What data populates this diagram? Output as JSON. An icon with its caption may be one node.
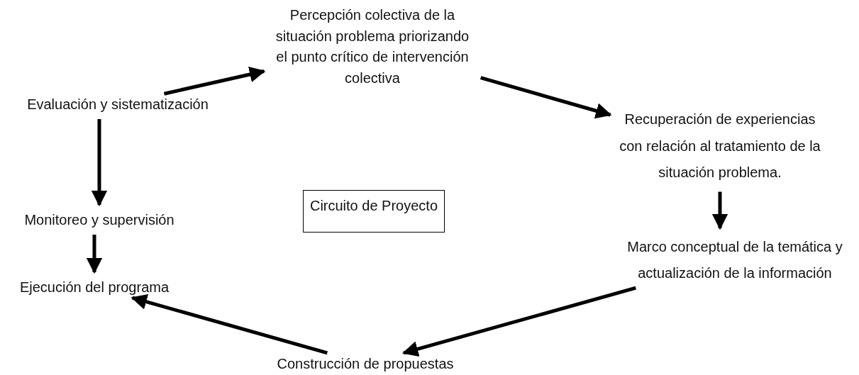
{
  "diagram": {
    "nodes": [
      {
        "text": [
          "Percepción colectiva de la situación problema priorizando el punto crítico de intervención colectiva"
        ]
      },
      {
        "text": [
          "Recuperación de experiencias con relación al tratamiento de la situación problema."
        ]
      },
      {
        "text": [
          "Marco conceptual de la temática y actualización de la información"
        ]
      },
      {
        "text": [
          "Construcción de propuestas"
        ]
      },
      {
        "text": [
          "Ejecución del programa"
        ]
      },
      {
        "text": [
          "Monitoreo y supervisión"
        ]
      },
      {
        "text": [
          "Evaluación y sistematización"
        ]
      },
      {
        "text": [
          "Circuito de Proyecto"
        ]
      }
    ],
    "edges": [
      {
        "from": 0,
        "to": 1,
        "arrow": "to"
      },
      {
        "from": 1,
        "to": 2,
        "arrow": "to"
      },
      {
        "from": 2,
        "to": 3,
        "arrow": "to"
      },
      {
        "from": 3,
        "to": 4,
        "arrow": "to"
      },
      {
        "from": 6,
        "to": 5,
        "arrow": "to"
      },
      {
        "from": 5,
        "to": 4,
        "arrow": "to"
      },
      {
        "from": 6,
        "to": 0,
        "arrow": "to"
      }
    ]
  }
}
